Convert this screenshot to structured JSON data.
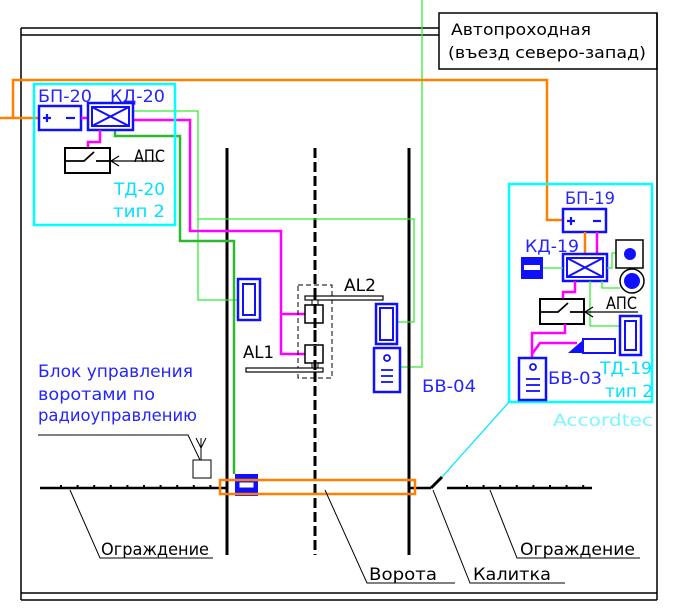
{
  "title_block": {
    "line1": "Автопроходная",
    "line2": "(въезд северо-запад)"
  },
  "left_panel": {
    "psu_label": "БП-20",
    "controller_label": "КД-20",
    "aps_label": "АПС",
    "panel_label": "ТД-20",
    "panel_type": "тип 2"
  },
  "right_panel": {
    "psu_label": "БП-19",
    "controller_label": "КД-19",
    "aps_label": "АПС",
    "reader_label": "БВ-03",
    "panel_label": "ТД-19",
    "panel_type": "тип 2",
    "vendor": "Accordtec"
  },
  "gate": {
    "lock1_label": "AL1",
    "lock2_label": "AL2",
    "reader_label": "БВ-04"
  },
  "radio_note": {
    "line1": "Блок управления",
    "line2": "воротами по",
    "line3": "радиоуправлению"
  },
  "callouts": {
    "fence_left": "Ограждение",
    "gates": "Ворота",
    "wicket": "Калитка",
    "fence_right": "Ограждение"
  },
  "colors": {
    "power_wire": "#ff8000",
    "lock_wire": "#ff00ff",
    "signal_wire": "#33ee33",
    "drive_wire": "#2db82d",
    "panel_outline": "#00ffff",
    "device": "#1010ff",
    "label_text": "#2424ff"
  }
}
